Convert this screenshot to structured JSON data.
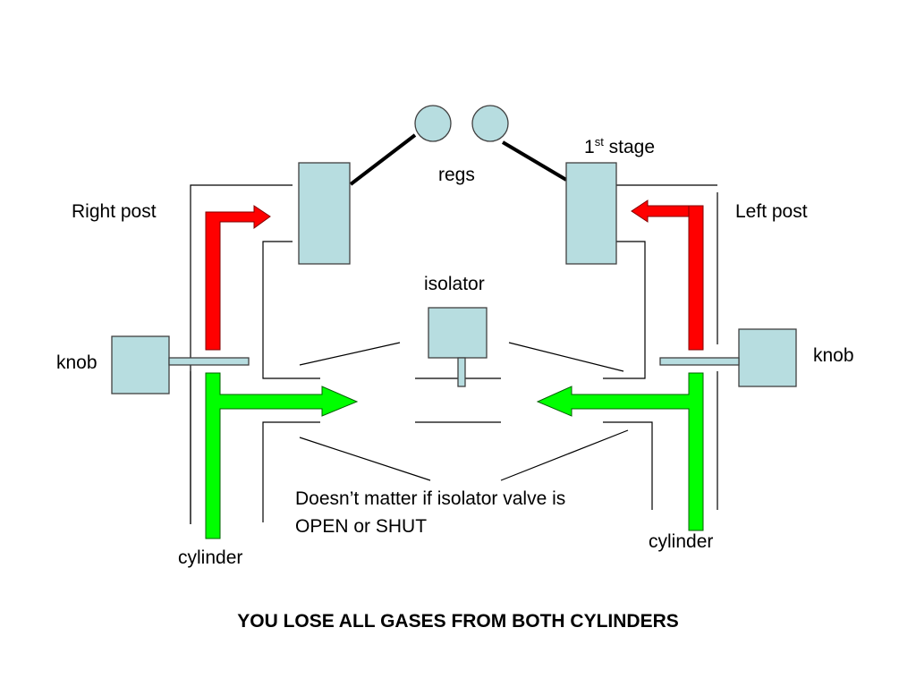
{
  "labels": {
    "regs": "regs",
    "first_stage_number": "1",
    "first_stage_superscript": "st",
    "first_stage_text": " stage",
    "right_post": "Right post",
    "left_post": "Left post",
    "isolator": "isolator",
    "knob_left": "knob",
    "knob_right": "knob",
    "cylinder_left": "cylinder",
    "cylinder_right": "cylinder",
    "note_line1": "Doesn’t matter if isolator valve is",
    "note_line2": "OPEN or SHUT"
  },
  "footer": {
    "title": "YOU LOSE ALL GASES FROM BOTH CYLINDERS"
  },
  "colors": {
    "component_fill": "#b7dde0",
    "component_stroke": "#404040",
    "red_flow": "#ff0000",
    "green_flow": "#00ff00",
    "line": "#000000"
  }
}
